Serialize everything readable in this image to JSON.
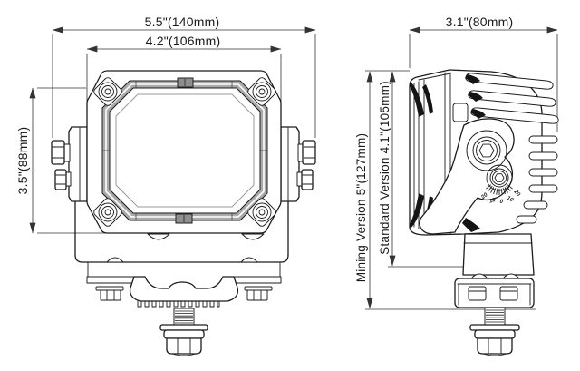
{
  "drawing": {
    "type": "technical-dimension-drawing",
    "views": {
      "front": {
        "dims": {
          "total_width": "5.5\"(140mm)",
          "lens_width": "4.2\"(106mm)",
          "height": "3.5\"(88mm)"
        }
      },
      "side": {
        "dims": {
          "depth": "3.1\"(80mm)",
          "mining_height": "Mining Version 5\"(127mm)",
          "standard_height": "Standard Version 4.1\"(105mm)"
        },
        "angle_scale": [
          "20",
          "10",
          "0",
          "10",
          "20"
        ]
      }
    },
    "colors": {
      "line": "#1c1c1c",
      "dim_line": "#333333",
      "frame_gray": "#aaaaaa",
      "background": "#ffffff"
    }
  }
}
